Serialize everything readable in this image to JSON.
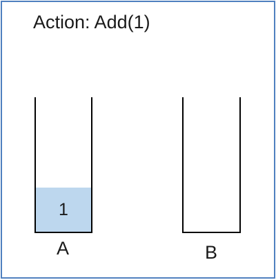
{
  "title": "Action: Add(1)",
  "stacks": [
    {
      "label": "A",
      "items": [
        "1"
      ]
    },
    {
      "label": "B",
      "items": []
    }
  ],
  "colors": {
    "frame_border": "#4f7fbf",
    "item_fill": "#bdd7ee",
    "stack_outline": "#000000"
  }
}
